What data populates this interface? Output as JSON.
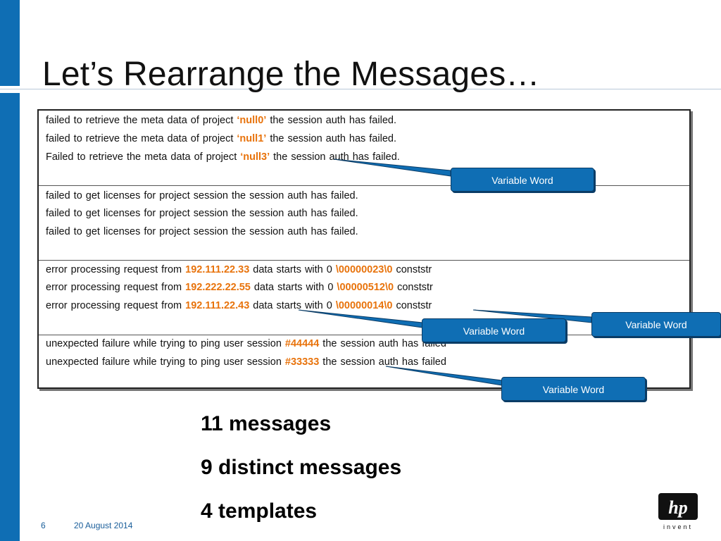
{
  "slide": {
    "title": "Let’s Rearrange the Messages…",
    "page_number": "6",
    "date": "20 August 2014"
  },
  "groups": [
    {
      "lines": [
        [
          "failed",
          "to",
          "retrieve",
          "the",
          "meta",
          "data",
          "of",
          "project",
          {
            "t": "‘null0’",
            "hl": true
          },
          "the",
          "session",
          "auth",
          "has",
          "failed."
        ],
        [
          "failed",
          "to",
          "retrieve",
          "the",
          "meta",
          "data",
          "of",
          "project",
          {
            "t": "‘null1’",
            "hl": true
          },
          "the",
          "session",
          "auth",
          "has",
          "failed."
        ],
        [
          "Failed",
          "to",
          "retrieve",
          "the",
          "meta",
          "data",
          "of",
          "project",
          {
            "t": "‘null3’",
            "hl": true
          },
          "the",
          "session",
          "auth",
          "has",
          "failed."
        ]
      ]
    },
    {
      "lines": [
        [
          "failed",
          "to",
          "get",
          "licenses",
          "for",
          "project",
          "session",
          "the",
          "session",
          "auth",
          "has",
          "failed."
        ],
        [
          "failed",
          "to",
          "get",
          "licenses",
          "for",
          "project",
          "session",
          "the",
          "session",
          "auth",
          "has",
          "failed."
        ],
        [
          "failed",
          "to",
          "get",
          "licenses",
          "for",
          "project",
          "session",
          "the",
          "session",
          "auth",
          "has",
          "failed."
        ]
      ]
    },
    {
      "lines": [
        [
          "error",
          "processing",
          "request",
          "from",
          {
            "t": "192.111.22.33",
            "hl": true
          },
          "data",
          "starts",
          "with",
          "0",
          {
            "t": "\\00000023\\0",
            "hl": true
          },
          "conststr"
        ],
        [
          "error",
          "processing",
          "request",
          "from",
          {
            "t": "192.222.22.55",
            "hl": true
          },
          "data",
          "starts",
          "with",
          "0",
          {
            "t": "\\00000512\\0",
            "hl": true
          },
          "conststr"
        ],
        [
          "error",
          "processing",
          "request",
          "from",
          {
            "t": "192.111.22.43",
            "hl": true
          },
          "data",
          "starts",
          "with",
          "0",
          {
            "t": "\\00000014\\0",
            "hl": true
          },
          "conststr"
        ]
      ]
    },
    {
      "lines": [
        [
          "unexpected",
          "failure",
          "while",
          "trying",
          "to",
          "ping",
          "user",
          "session",
          {
            "t": "#44444",
            "hl": true
          },
          "the",
          "session",
          "auth",
          "has",
          "failed"
        ],
        [
          "unexpected",
          "failure",
          "while",
          "trying",
          "to",
          "ping",
          "user",
          "session",
          {
            "t": "#33333",
            "hl": true
          },
          "the",
          "session",
          "auth",
          "has",
          "failed"
        ]
      ]
    }
  ],
  "callouts": [
    {
      "label": "Variable Word"
    },
    {
      "label": "Variable Word"
    },
    {
      "label": "Variable Word"
    },
    {
      "label": "Variable Word"
    }
  ],
  "stats": {
    "messages": "11 messages",
    "distinct": "9 distinct messages",
    "templates": "4 templates"
  },
  "logo": {
    "text": "invent",
    "brand": "hp"
  },
  "colors": {
    "accent_blue": "#0f6eb4",
    "highlight_orange": "#e8730c"
  }
}
